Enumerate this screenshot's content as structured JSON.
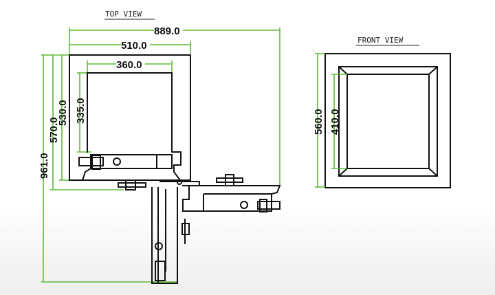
{
  "top_view": {
    "title": "TOP VIEW",
    "dimensions": {
      "overall_width": "889.0",
      "outer_width": "510.0",
      "inner_width": "360.0",
      "inner_depth": "335.0",
      "depth_530": "530.0",
      "depth_570": "570.0",
      "overall_depth": "961.0"
    }
  },
  "front_view": {
    "title": "FRONT VIEW",
    "dimensions": {
      "outer_height": "560.0",
      "inner_height": "410.0"
    }
  },
  "colors": {
    "dimension_line": "#5dbb3a",
    "outline": "#111111"
  }
}
